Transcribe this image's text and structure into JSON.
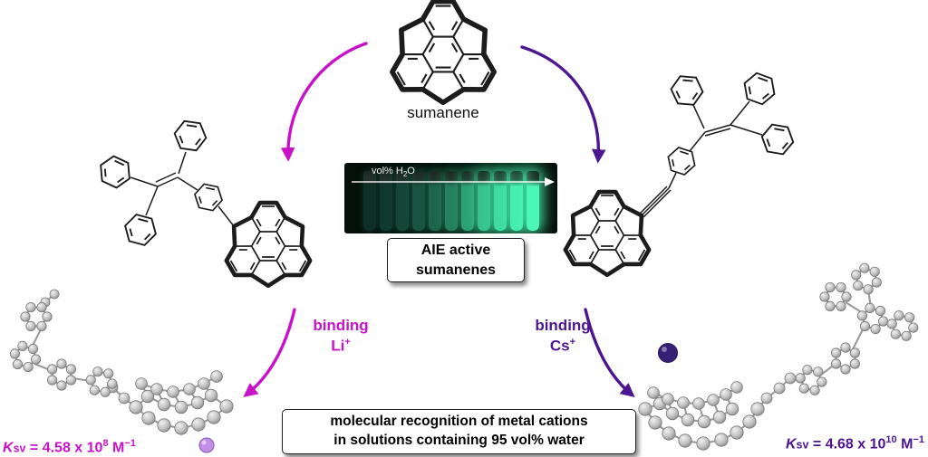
{
  "figure": {
    "sumanene_label": "sumanene",
    "photo": {
      "arrow_label": {
        "pre": "vol% H",
        "sub": "2",
        "post": "O"
      },
      "vial_colors": [
        "#0e2f26",
        "#113a2e",
        "#144637",
        "#185441",
        "#1d654d",
        "#25805f",
        "#2da173",
        "#36c28a",
        "#3eda9c",
        "#45eeab",
        "#4af8b4"
      ]
    },
    "aie_box": {
      "line1": "AIE active",
      "line2": "sumanenes"
    },
    "left": {
      "binding_label": "binding",
      "ion": "Li",
      "ion_charge": "+",
      "ksv": {
        "symbol": "K",
        "subscript": "sv",
        "equals_value": " = 4.58 x 10",
        "exponent": "8",
        "unit": " M",
        "unit_exponent": "−1"
      }
    },
    "right": {
      "binding_label": "binding",
      "ion": "Cs",
      "ion_charge": "+",
      "ksv": {
        "symbol": "K",
        "subscript": "sv",
        "equals_value": " = 4.68 x 10",
        "exponent": "10",
        "unit": " M",
        "unit_exponent": "−1"
      }
    },
    "bottom_box": {
      "line1": "molecular recognition of metal cations",
      "line2": "in solutions containing 95 vol% water"
    },
    "colors": {
      "magenta": "#c911c9",
      "purple": "#4e1590",
      "li_ion": "#c48fe6",
      "cs_ion": "#352075",
      "photo_bg": "#05100b"
    }
  }
}
